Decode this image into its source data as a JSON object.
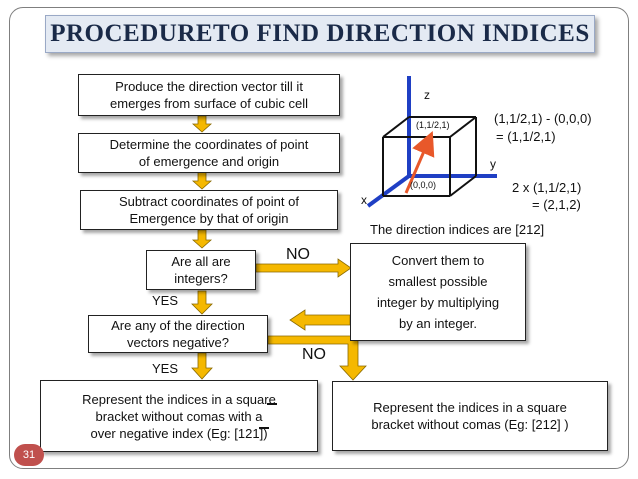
{
  "title": "PROCEDURETO FIND DIRECTION INDICES",
  "steps": {
    "step1": [
      "Produce the direction vector till it",
      "emerges from surface of cubic cell"
    ],
    "step2": [
      "Determine the coordinates of point",
      "of emergence and origin"
    ],
    "step3": [
      "Subtract coordinates of point of",
      "Emergence by that of origin"
    ],
    "decision1": [
      "Are all are",
      "integers?"
    ],
    "convert": [
      "Convert them to",
      "smallest possible",
      "integer by multiplying",
      "by an integer."
    ],
    "decision2": [
      "Are any of the direction",
      "vectors negative?"
    ],
    "result_neg": [
      "Represent the indices in a square",
      "bracket without comas with a",
      "over negative index (Eg:  [121])"
    ],
    "result_pos": [
      "Represent the indices in a square",
      "bracket without comas (Eg:  [212] )"
    ]
  },
  "branches": {
    "no1": "NO",
    "yes1": "YES",
    "no2": "NO",
    "yes2": "YES"
  },
  "cube": {
    "axis_z": "z",
    "axis_y": "y",
    "axis_x": "x",
    "origin": "(0,0,0)",
    "point": "(1,1/2,1)"
  },
  "calc": {
    "line1": "(1,1/2,1) - (0,0,0)",
    "line2": "= (1,1/2,1)",
    "line3": "2 x (1,1/2,1)",
    "line4": "= (2,1,2)",
    "result": "The direction indices are [212]"
  },
  "page_number": "31",
  "colors": {
    "arrow_fill": "#f5b800",
    "axis": "#1f3fc4",
    "vector": "#e8582a",
    "title_bg": "#e4eaf3",
    "badge": "#c0504d"
  }
}
